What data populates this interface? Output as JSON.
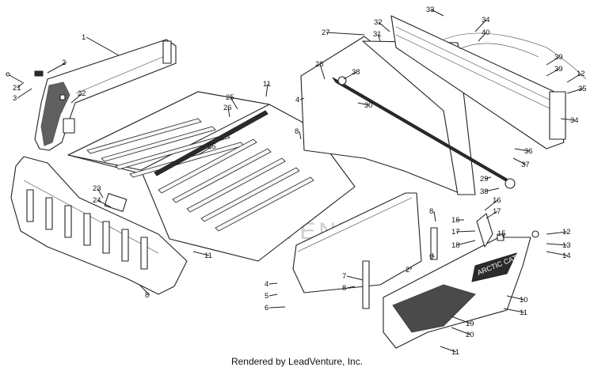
{
  "watermark": "LEADVENTURE",
  "credit": "Rendered by LeadVenture, Inc.",
  "callouts": [
    "1",
    "2",
    "3",
    "21",
    "22",
    "23",
    "24",
    "8",
    "11",
    "25",
    "26",
    "25",
    "8",
    "11",
    "27",
    "28",
    "4",
    "38",
    "30",
    "31",
    "32",
    "33",
    "34",
    "39",
    "40",
    "39",
    "12",
    "35",
    "34",
    "36",
    "37",
    "29",
    "38",
    "8",
    "9",
    "2",
    "16",
    "17",
    "18",
    "16",
    "17",
    "15",
    "12",
    "13",
    "14",
    "4",
    "5",
    "6",
    "7",
    "8",
    "10",
    "11",
    "19",
    "20",
    "11"
  ],
  "decal_text": "ARCTIC CAT"
}
